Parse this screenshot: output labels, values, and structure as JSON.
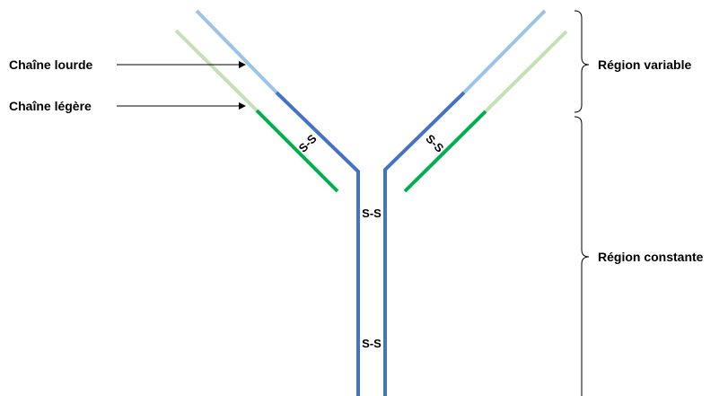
{
  "labels": {
    "heavy_chain": "Chaîne lourde",
    "light_chain": "Chaîne légère",
    "variable_region": "Région variable",
    "constant_region": "Région constante"
  },
  "disulfide_bonds": {
    "left_arm": "S-S",
    "right_arm": "S-S",
    "hinge": "S-S",
    "stem": "S-S"
  },
  "colors": {
    "heavy_variable": "#9DC3E6",
    "heavy_constant": "#4472C4",
    "light_variable": "#C5E0B4",
    "light_constant": "#00B050",
    "bracket": "#000000"
  }
}
